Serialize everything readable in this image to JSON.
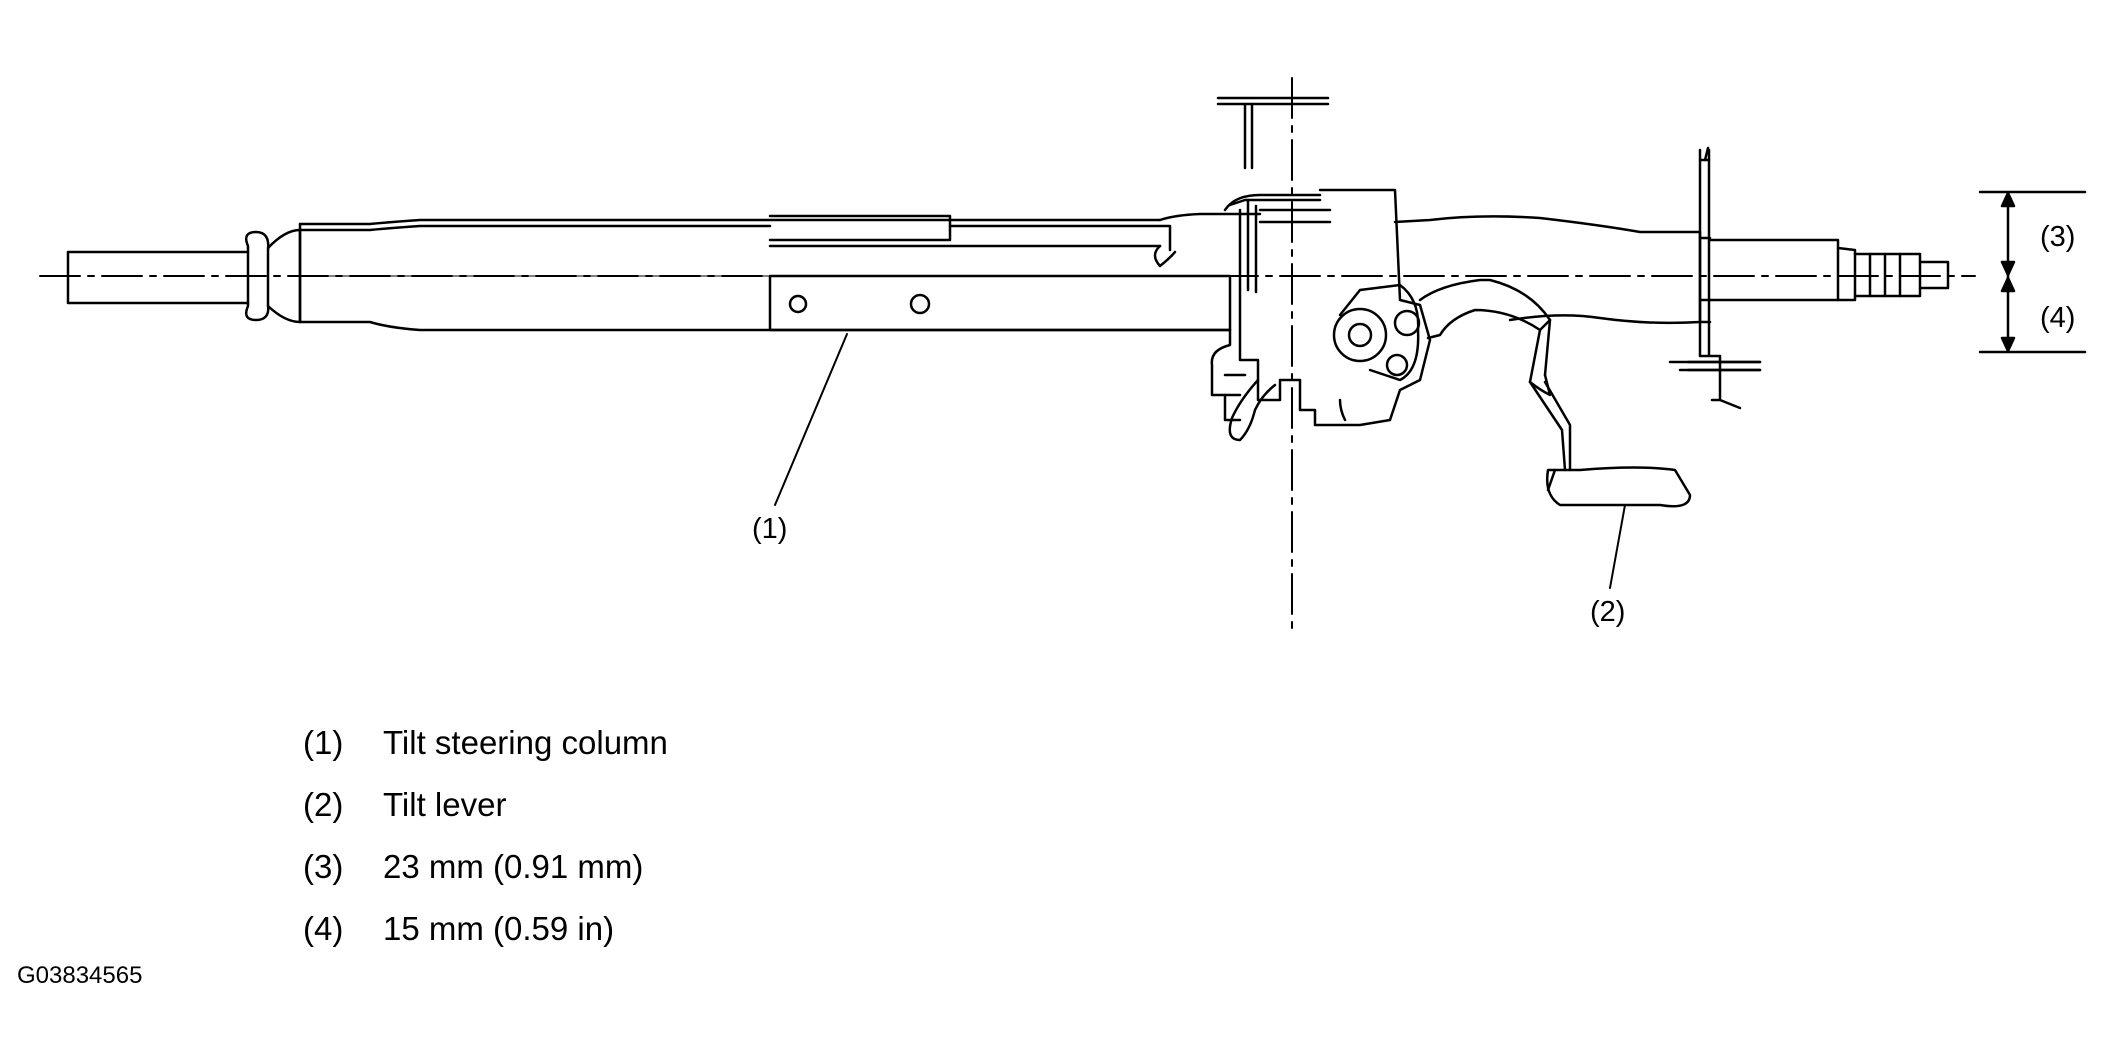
{
  "callouts": {
    "c1": "(1)",
    "c2": "(2)",
    "c3": "(3)",
    "c4": "(4)"
  },
  "legend": [
    {
      "num": "(1)",
      "text": "Tilt steering column"
    },
    {
      "num": "(2)",
      "text": "Tilt lever"
    },
    {
      "num": "(3)",
      "text": "23 mm (0.91 mm)"
    },
    {
      "num": "(4)",
      "text": "15 mm (0.59 in)"
    }
  ],
  "figure_id": "G03834565"
}
